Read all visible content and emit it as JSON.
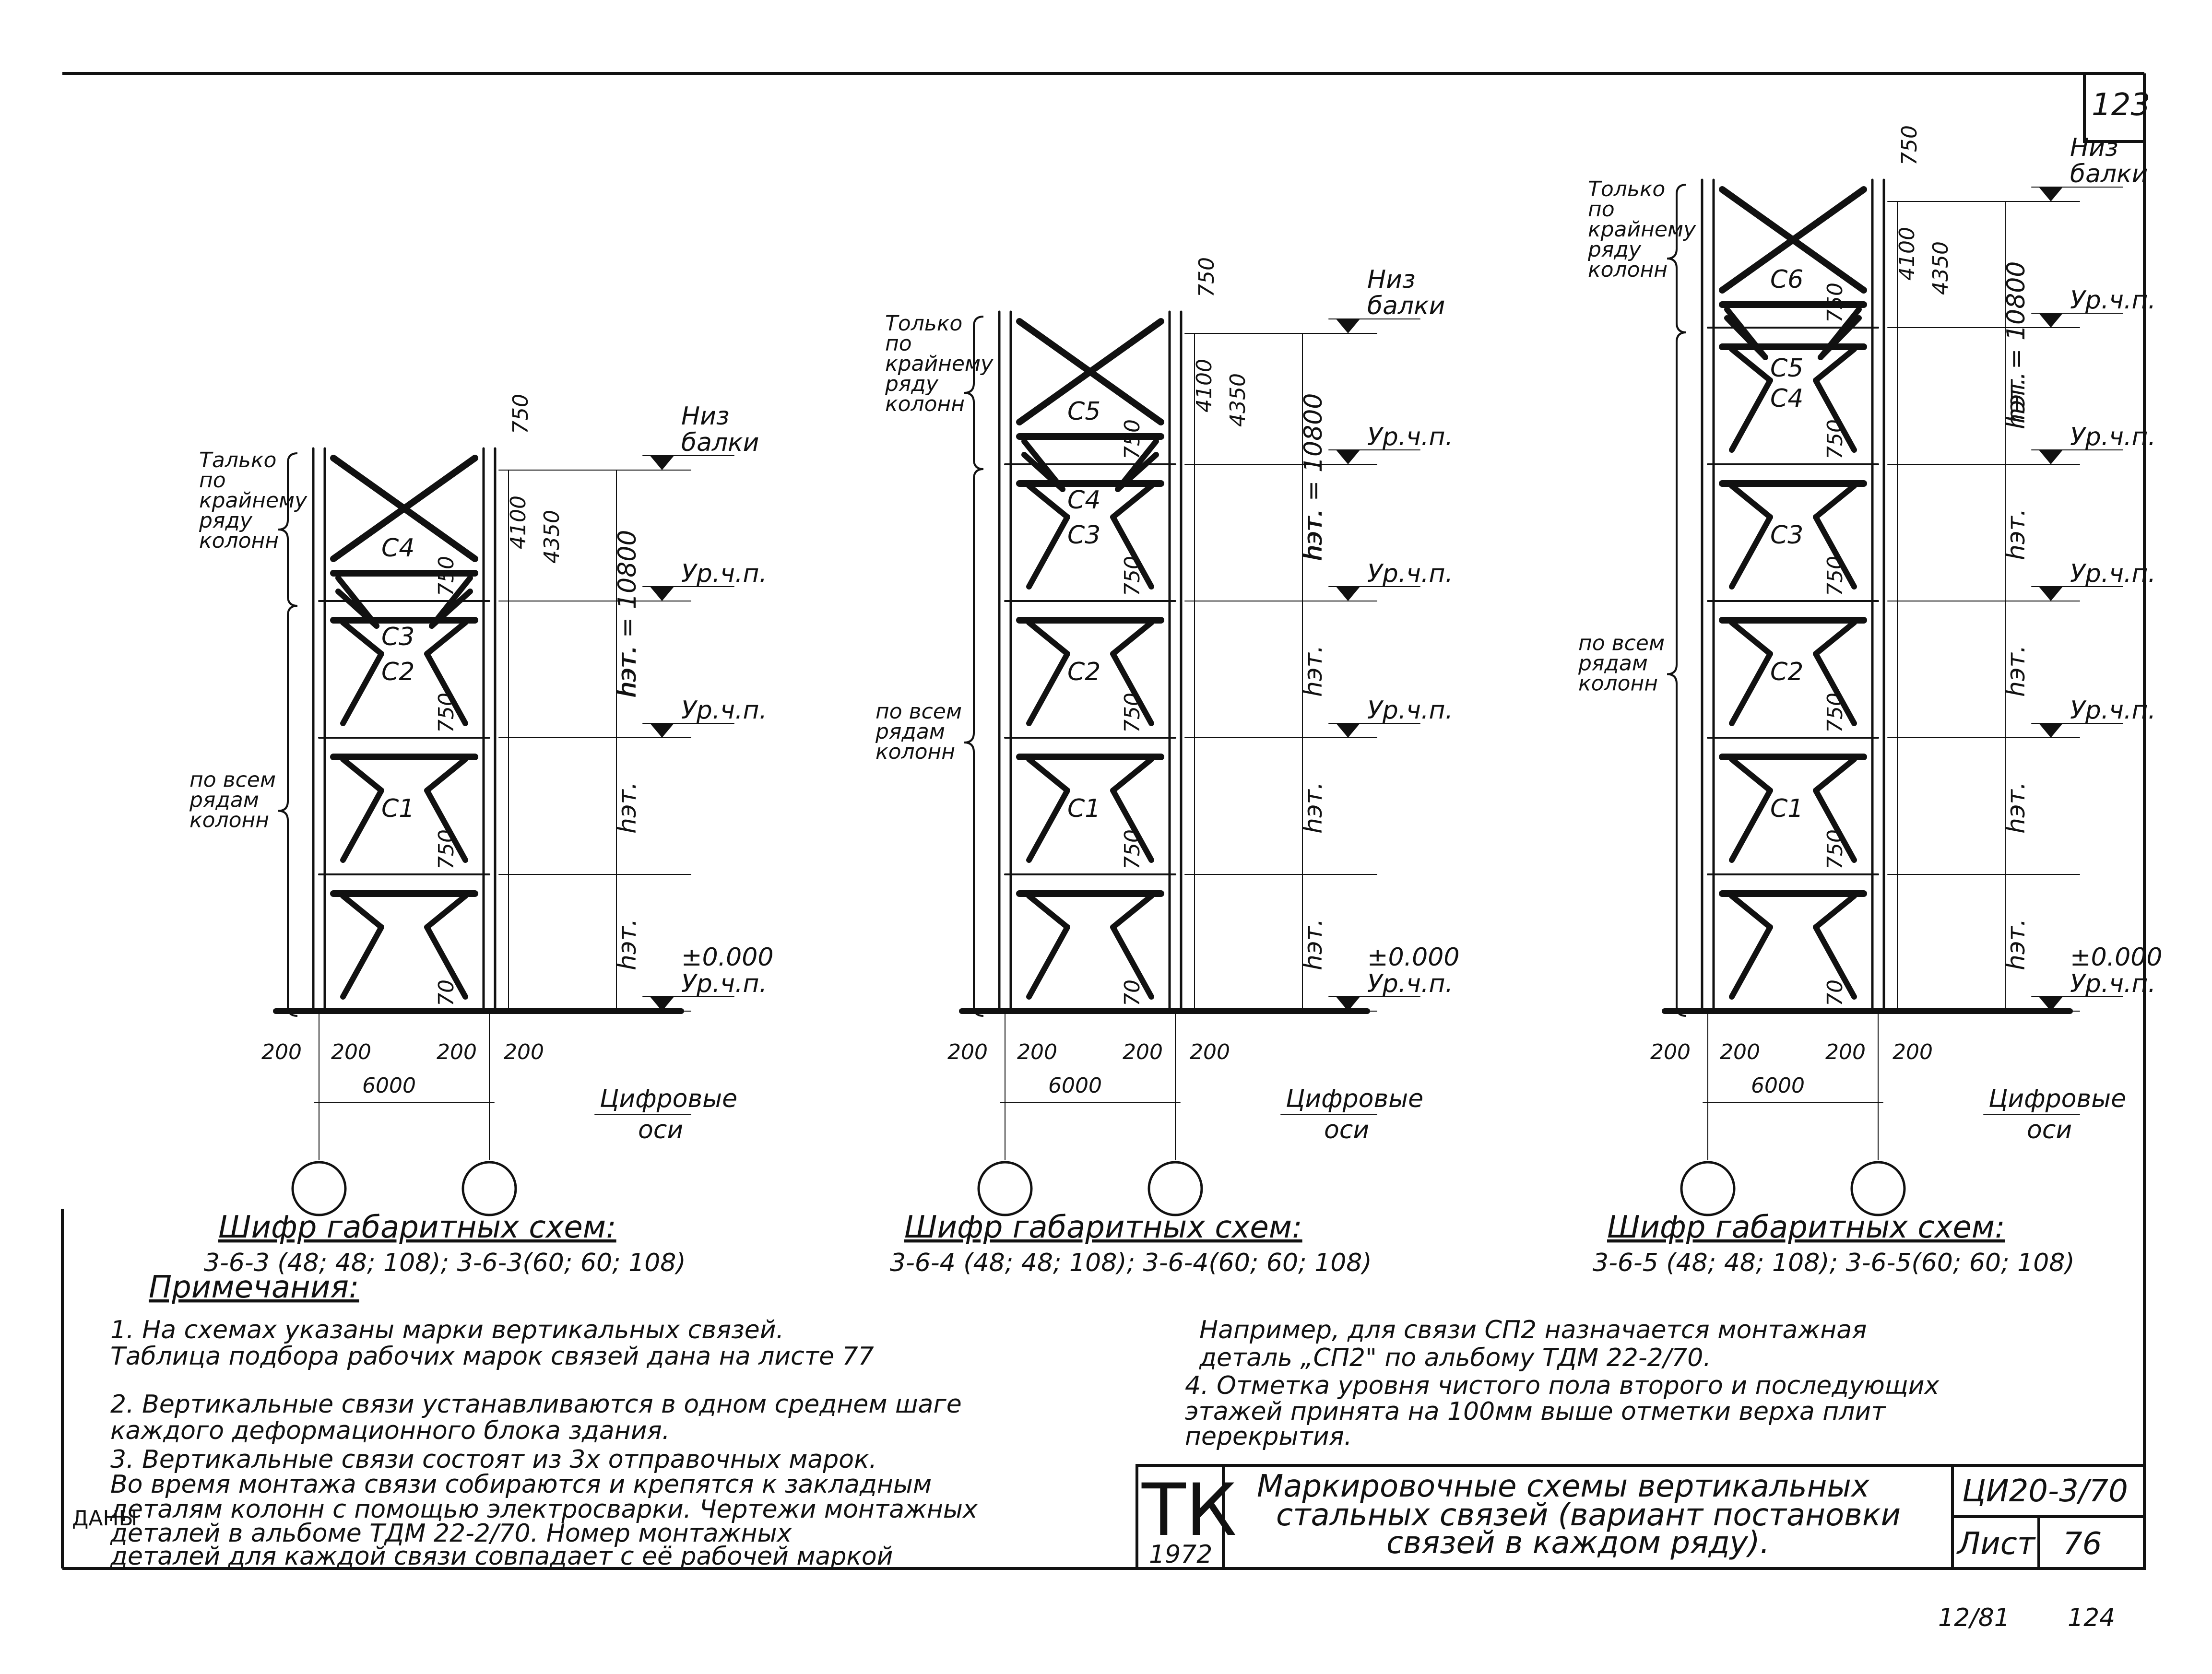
{
  "page_number": "123",
  "footer_numbers": [
    "12/81",
    "124"
  ],
  "left_margin_label": "ДАНЫ",
  "schemes": [
    {
      "title": "Шифр габаритных схем:",
      "codes": "3-6-3 (48; 48; 108); 3-6-3(60; 60; 108)",
      "top_label": [
        "Талько",
        "по",
        "крайнему",
        "ряду",
        "колонн"
      ],
      "bottom_label": [
        "по всем",
        "рядам",
        "колонн"
      ],
      "braces": [
        "С4",
        "С3",
        "С2",
        "С1"
      ],
      "levels": [
        [
          "Низ",
          "балки"
        ],
        [
          "Ур.ч.п."
        ],
        [
          "Ур.ч.п."
        ],
        [
          "±0.000",
          "Ур.ч.п."
        ]
      ],
      "dims": {
        "d750": "750",
        "d4100": "4100",
        "d4350": "4350",
        "height_total": "hэт. = 10800",
        "height_floor": "hэт.",
        "d70": "70",
        "d200": "200",
        "span": "6000",
        "axes": [
          "Цифровые",
          "оси"
        ]
      }
    },
    {
      "title": "Шифр габаритных схем:",
      "codes": "3-6-4 (48; 48; 108); 3-6-4(60; 60; 108)",
      "top_label": [
        "Только",
        "по",
        "крайнему",
        "ряду",
        "колонн"
      ],
      "bottom_label": [
        "по всем",
        "рядам",
        "колонн"
      ],
      "braces": [
        "С5",
        "С4",
        "С3",
        "С2",
        "С1"
      ],
      "levels": [
        [
          "Низ",
          "балки"
        ],
        [
          "Ур.ч.п."
        ],
        [
          "Ур.ч.п."
        ],
        [
          "Ур.ч.п."
        ],
        [
          "±0.000",
          "Ур.ч.п."
        ]
      ],
      "dims": {
        "d750": "750",
        "d4100": "4100",
        "d4350": "4350",
        "height_total": "hэт. = 10800",
        "height_floor": "hэт.",
        "d70": "70",
        "d200": "200",
        "span": "6000",
        "axes": [
          "Цифровые",
          "оси"
        ]
      }
    },
    {
      "title": "Шифр габаритных схем:",
      "codes": "3-6-5 (48; 48; 108); 3-6-5(60; 60; 108)",
      "top_label": [
        "Только",
        "по",
        "крайнему",
        "ряду",
        "колонн"
      ],
      "bottom_label": [
        "по всем",
        "рядам",
        "колонн"
      ],
      "braces": [
        "С6",
        "С5",
        "С4",
        "С3",
        "С2",
        "С1"
      ],
      "levels": [
        [
          "Низ",
          "балки"
        ],
        [
          "Ур.ч.п."
        ],
        [
          "Ур.ч.п."
        ],
        [
          "Ур.ч.п."
        ],
        [
          "Ур.ч.п."
        ],
        [
          "±0.000",
          "Ур.ч.п."
        ]
      ],
      "dims": {
        "d750": "750",
        "d4100": "4100",
        "d4350": "4350",
        "height_total": "hэт. = 10800",
        "height_floor": "hэт.",
        "d70": "70",
        "d200": "200",
        "span": "6000",
        "axes": [
          "Цифровые",
          "оси"
        ]
      }
    }
  ],
  "notes": {
    "heading": "Примечания:",
    "left": [
      "1.  На схемах указаны марки вертикальных связей.",
      "     Таблица подбора рабочих марок связей дана на листе 77",
      "2.  Вертикальные связи устанавливаются в одном среднем шаге",
      "     каждого деформационного блока здания.",
      "3.  Вертикальные связи состоят из 3х отправочных марок.",
      "     Во время монтажа связи собираются и крепятся к закладным",
      "     деталям колонн с помощью электросварки. Чертежи монтажных",
      "     деталей в альбоме ТДМ 22-2/70. Номер монтажных",
      "     деталей для каждой связи совпадает с её рабочей маркой"
    ],
    "right": [
      "Например, для связи СП2 назначается монтажная",
      "деталь „СП2\" по альбому ТДМ 22-2/70.",
      "4.  Отметка уровня чистого пола второго и последующих",
      "     этажей принята на 100мм выше отметки верха плит",
      "     перекрытия."
    ]
  },
  "title_block": {
    "org": "ТК",
    "year": "1972",
    "title": [
      "Маркировочные схемы вертикальных",
      "стальных связей (вариант постановки",
      "связей в каждом ряду)."
    ],
    "code": "ЦИ20-3/70",
    "sheet_label": "Лист",
    "sheet_number": "76"
  }
}
